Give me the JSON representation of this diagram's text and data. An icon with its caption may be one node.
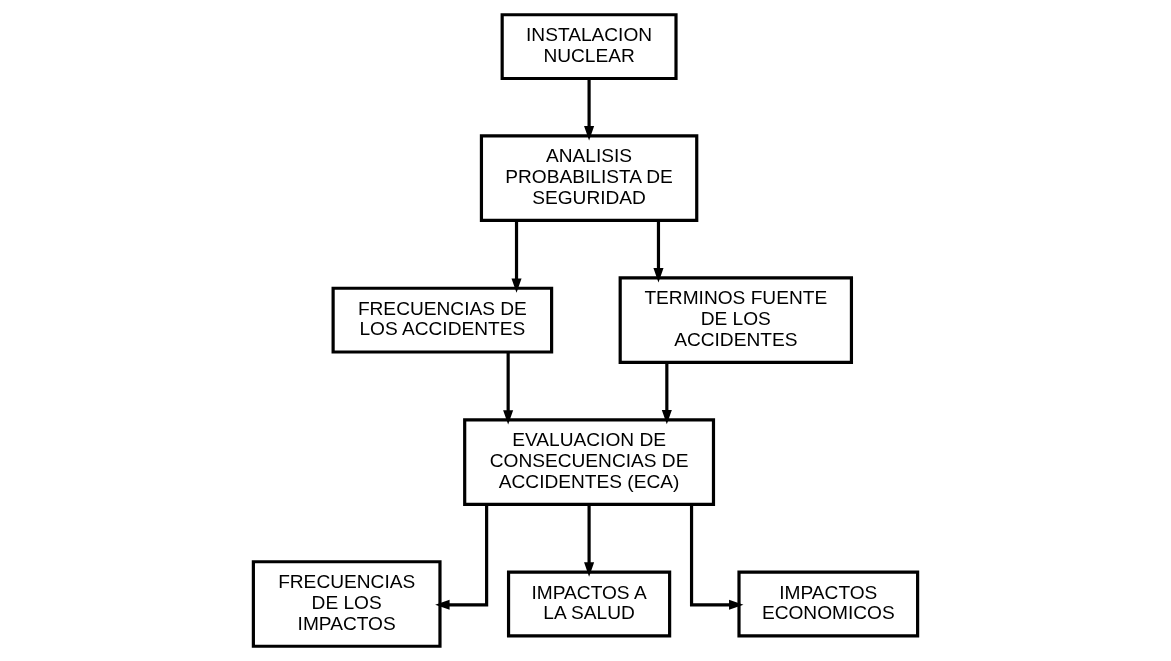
{
  "diagram": {
    "nodes": [
      {
        "text": [
          "INSTALACION NUCLEAR"
        ]
      },
      {
        "text": [
          "ANALISIS PROBABILISTA DE SEGURIDAD"
        ]
      },
      {
        "text": [
          "FRECUENCIAS DE LOS ACCIDENTES"
        ]
      },
      {
        "text": [
          "TERMINOS FUENTE DE LOS ACCIDENTES"
        ]
      },
      {
        "text": [
          "EVALUACION DE CONSECUENCIAS DE ACCIDENTES (ECA)"
        ]
      },
      {
        "text": [
          "FRECUENCIAS DE LOS IMPACTOS"
        ]
      },
      {
        "text": [
          "IMPACTOS A LA SALUD"
        ]
      },
      {
        "text": [
          "IMPACTOS ECONOMICOS"
        ]
      }
    ],
    "edges": [
      {
        "from": 0,
        "to": 1,
        "arrow": "to"
      },
      {
        "from": 1,
        "to": 2,
        "arrow": "to"
      },
      {
        "from": 1,
        "to": 3,
        "arrow": "to"
      },
      {
        "from": 2,
        "to": 4,
        "arrow": "to"
      },
      {
        "from": 3,
        "to": 4,
        "arrow": "to"
      },
      {
        "from": 4,
        "to": 5,
        "arrow": "to"
      },
      {
        "from": 4,
        "to": 6,
        "arrow": "to"
      },
      {
        "from": 4,
        "to": 7,
        "arrow": "to"
      }
    ]
  }
}
